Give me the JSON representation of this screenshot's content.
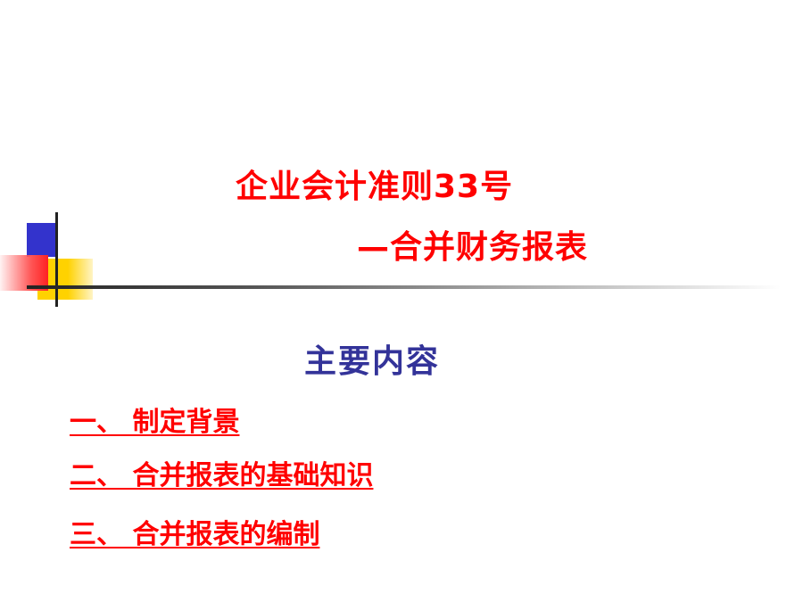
{
  "slide": {
    "title_line1": "企业会计准则33号",
    "title_line2": "—合并财务报表",
    "contents_heading": "主要内容",
    "toc": [
      {
        "label": "一、 制定背景"
      },
      {
        "label": "二、 合并报表的基础知识"
      },
      {
        "label": "三、 合并报表的编制"
      }
    ]
  },
  "colors": {
    "title": "#ff0000",
    "heading": "#333399",
    "link": "#ff0000",
    "deco_blue": "#3333cc",
    "deco_yellow": "#ffd200",
    "deco_red": "#ff2222"
  }
}
